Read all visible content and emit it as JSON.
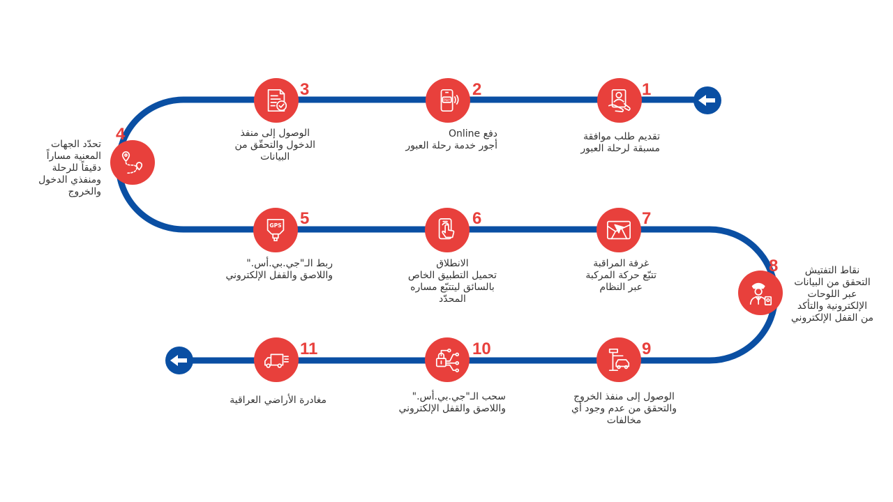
{
  "colors": {
    "path": "#0a4fa3",
    "accent": "#e8403c",
    "text": "#333333"
  },
  "steps": [
    {
      "number": "1",
      "icon": "id-card-hand-icon",
      "lines": [
        "تقديم طلب موافقة",
        "مسبقة لرحلة العبور"
      ]
    },
    {
      "number": "2",
      "icon": "pay-phone-icon",
      "lines": [
        "دفع Online",
        "أجور خدمة رحلة العبور"
      ]
    },
    {
      "number": "3",
      "icon": "document-check-icon",
      "lines": [
        "الوصول إلى منفذ",
        "الدخول والتحقّق من",
        "البيانات"
      ]
    },
    {
      "number": "4",
      "icon": "route-pins-icon",
      "lines": [
        "تحدّد الجهات",
        "المعنية مساراً",
        "دقيقاً للرحلة",
        "ومنفذي الدخول",
        "والخروج"
      ]
    },
    {
      "number": "5",
      "icon": "gps-tracker-icon",
      "lines": [
        "ربط الـ\"جي.بي.أس.\"",
        "واللاصق والقفل الإلكتروني"
      ]
    },
    {
      "number": "6",
      "icon": "phone-tap-icon",
      "lines": [
        "الانطلاق",
        "تحميل التطبيق الخاص",
        "بالسائق ليتتبّع مساره",
        "المحدّد"
      ]
    },
    {
      "number": "7",
      "icon": "map-navigation-icon",
      "lines": [
        "غرفة المراقبة",
        "تتبّع حركة المركبة",
        "عبر النظام"
      ]
    },
    {
      "number": "8",
      "icon": "officer-passport-icon",
      "lines": [
        "نقاط التفتيش",
        "التحقق من البيانات",
        "عبر اللوحات",
        "الإلكترونية والتأكد",
        "من القفل الإلكتروني"
      ]
    },
    {
      "number": "9",
      "icon": "barrier-car-icon",
      "lines": [
        "الوصول إلى منفذ الخروج",
        "والتحقق من عدم وجود أي",
        "مخالفات"
      ]
    },
    {
      "number": "10",
      "icon": "digital-lock-icon",
      "lines": [
        "سحب الـ\"جي.بي.أس.\"",
        "واللاصق والقفل الإلكتروني"
      ]
    },
    {
      "number": "11",
      "icon": "delivery-truck-icon",
      "lines": [
        "مغادرة الأراضي العراقية"
      ]
    }
  ],
  "icons": {
    "start": "arrow-left-icon",
    "end": "arrow-left-icon"
  }
}
